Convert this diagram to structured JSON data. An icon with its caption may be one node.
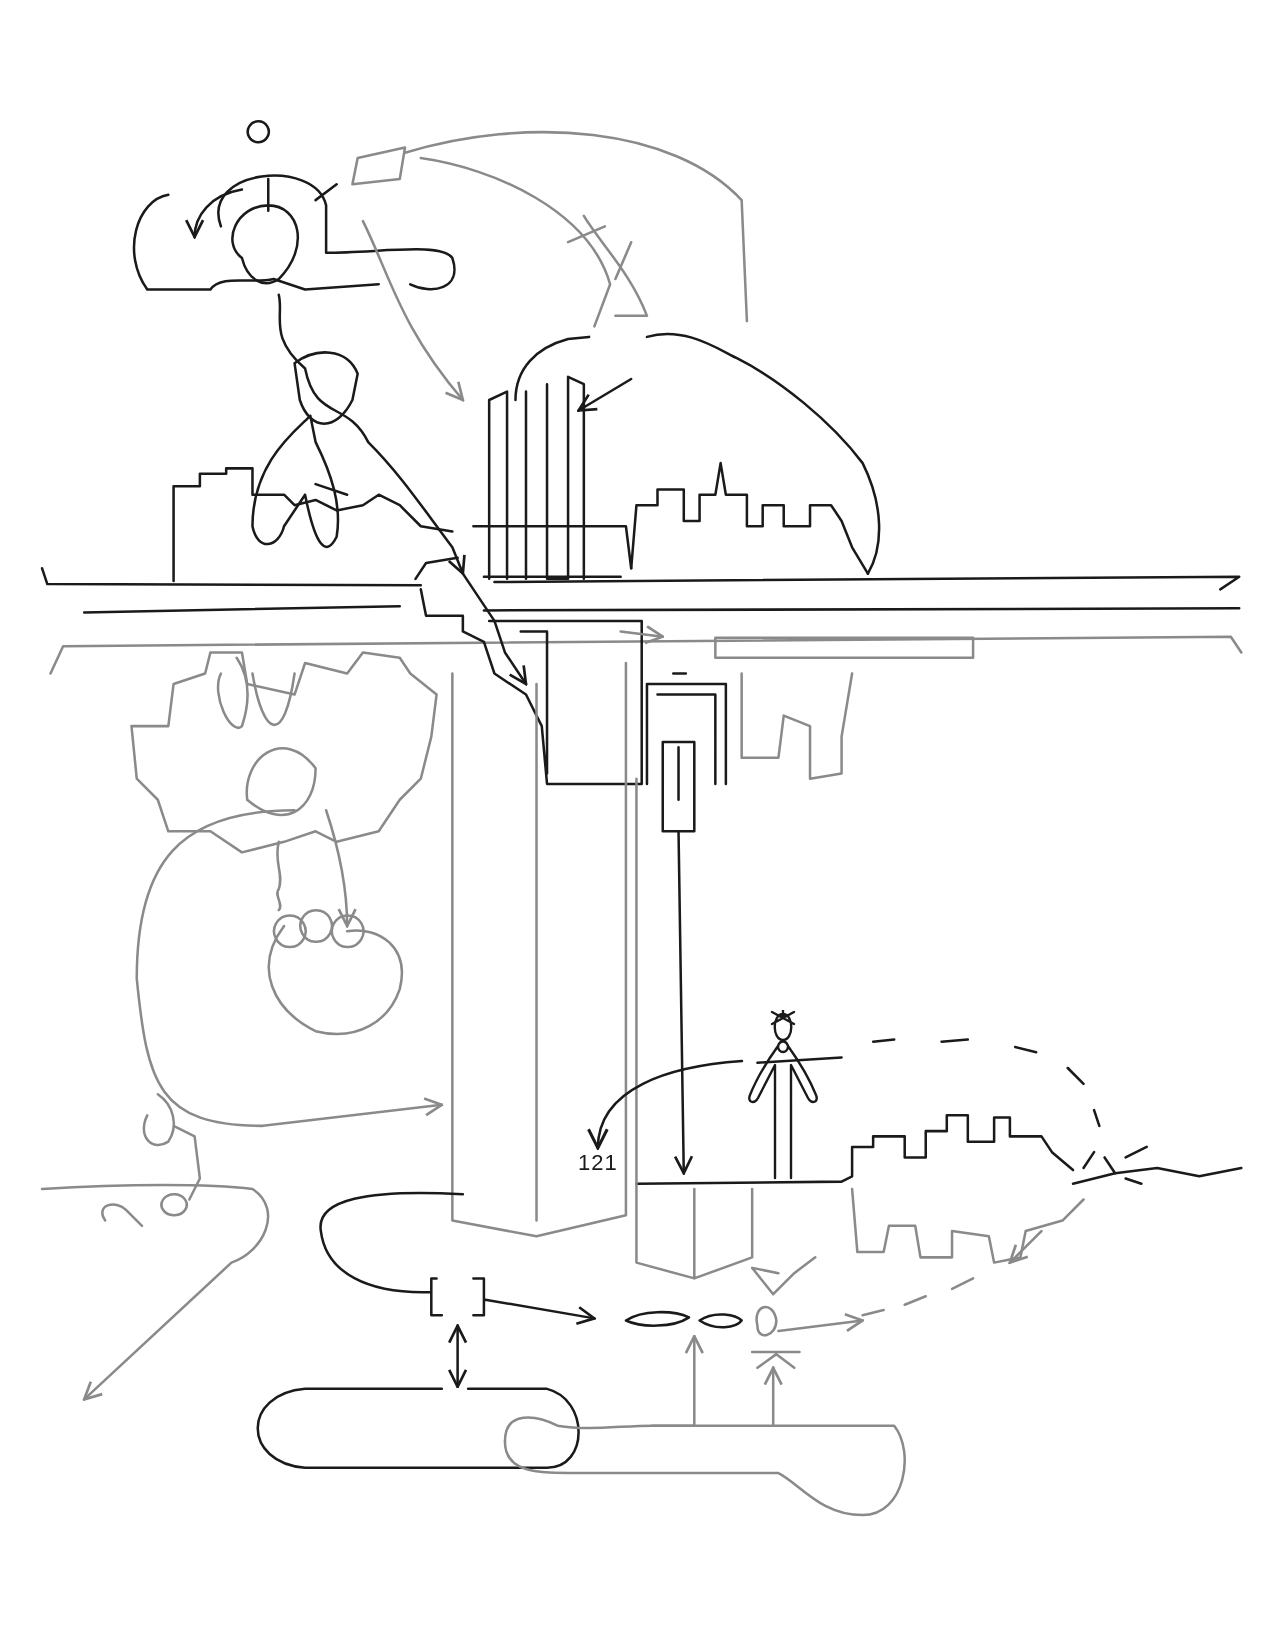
{
  "diagram": {
    "nodes": [
      {
        "text": [
          "121"
        ]
      },
      {
        "text": [],
        "shape": "person"
      }
    ],
    "edges": [
      {
        "from": 1,
        "to": 0,
        "arrow": "to"
      }
    ]
  }
}
